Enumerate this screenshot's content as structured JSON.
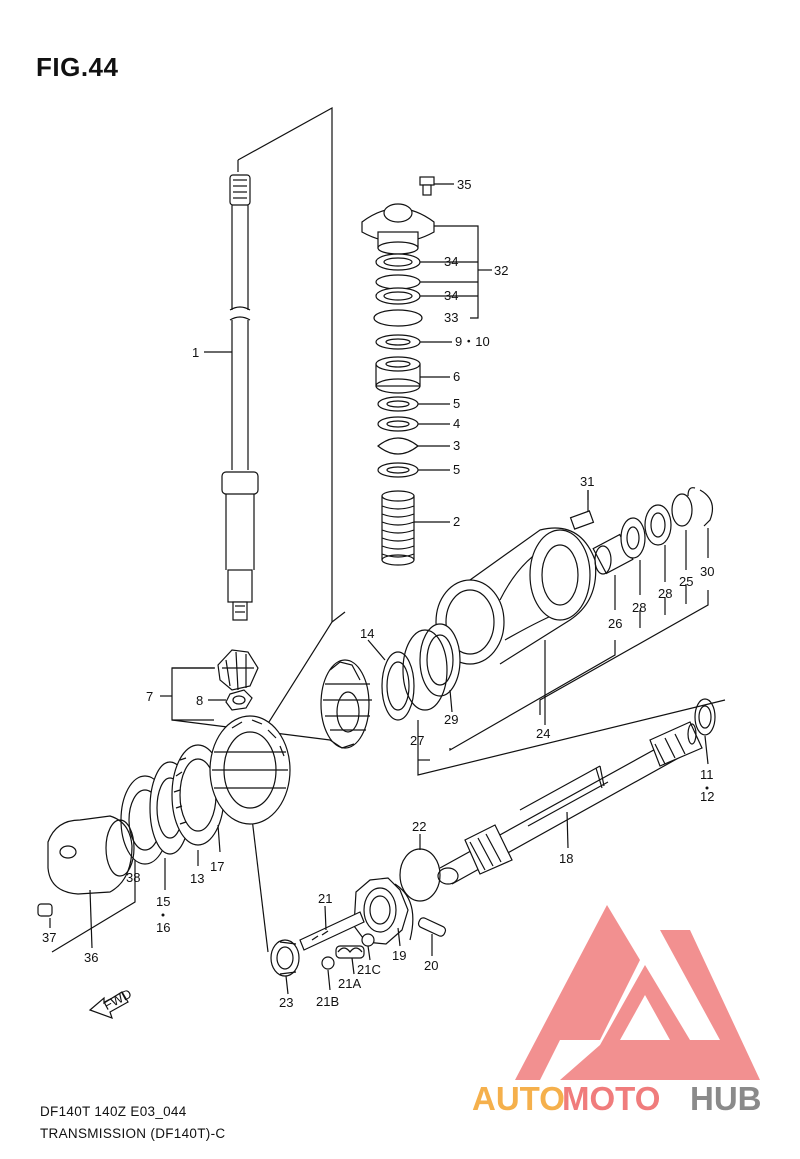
{
  "figure": {
    "title": "FIG.44"
  },
  "captions": {
    "code": "DF140T 140Z E03_044",
    "name": "TRANSMISSION (DF140T)-C"
  },
  "fwd_label": "FWD",
  "labels": {
    "l1": "1",
    "l2": "2",
    "l3": "3",
    "l4": "4",
    "l5a": "5",
    "l5b": "5",
    "l6": "6",
    "l7": "7",
    "l8": "8",
    "l910": "9・10",
    "l11": "11",
    "l12": "12",
    "l13": "13",
    "l14": "14",
    "l15": "15",
    "l16": "16",
    "l17": "17",
    "l18": "18",
    "l19": "19",
    "l20": "20",
    "l21": "21",
    "l21a": "21A",
    "l21b": "21B",
    "l21c": "21C",
    "l22": "22",
    "l23": "23",
    "l24": "24",
    "l25": "25",
    "l26": "26",
    "l27": "27",
    "l28a": "28",
    "l28b": "28",
    "l29": "29",
    "l30": "30",
    "l31": "31",
    "l32": "32",
    "l33": "33",
    "l34a": "34",
    "l34b": "34",
    "l35": "35",
    "l36": "36",
    "l37": "37",
    "l38": "38"
  },
  "watermark": {
    "part1": "AUTO",
    "part2": "MOTO",
    "part3": "HUB"
  },
  "colors": {
    "line": "#111111",
    "logo_pink": "#f07c7c",
    "logo_orange": "#f5b04c",
    "logo_gray": "#8a8a8a"
  }
}
